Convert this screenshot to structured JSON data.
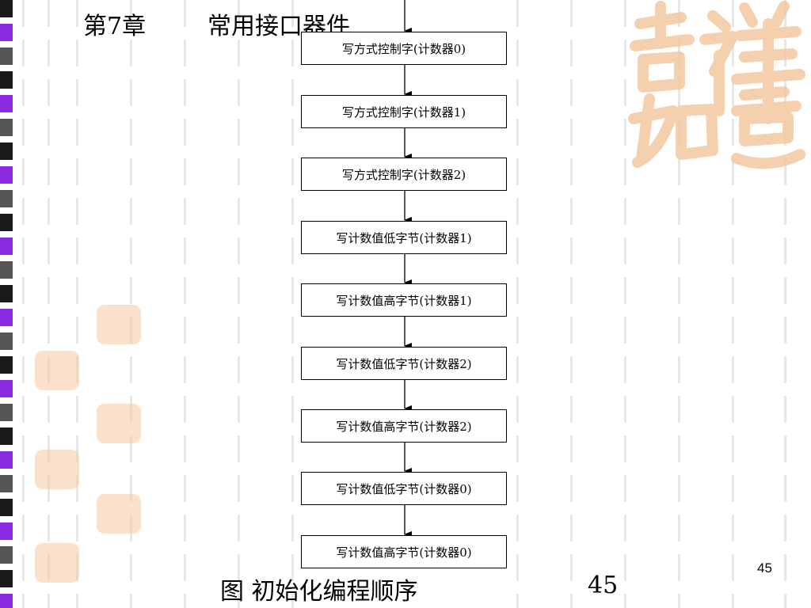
{
  "slide": {
    "chapter": "第7章",
    "chapter_title": "常用接口器件",
    "caption": "图 初始化编程顺序",
    "caption_number": "45",
    "page_number": "45"
  },
  "flowchart": {
    "steps": [
      "写方式控制字(计数器0)",
      "写方式控制字(计数器1)",
      "写方式控制字(计数器2)",
      "写计数值低字节(计数器1)",
      "写计数值高字节(计数器1)",
      "写计数值低字节(计数器2)",
      "写计数值高字节(计数器2)",
      "写计数值低字节(计数器0)",
      "写计数值高字节(计数器0)"
    ]
  },
  "decorations": {
    "seal_text": "吉祥如意",
    "seal_color": "#f4c8a0",
    "stripe_colors": [
      "#1a1a1a",
      "#8a2be2",
      "#555555"
    ]
  }
}
